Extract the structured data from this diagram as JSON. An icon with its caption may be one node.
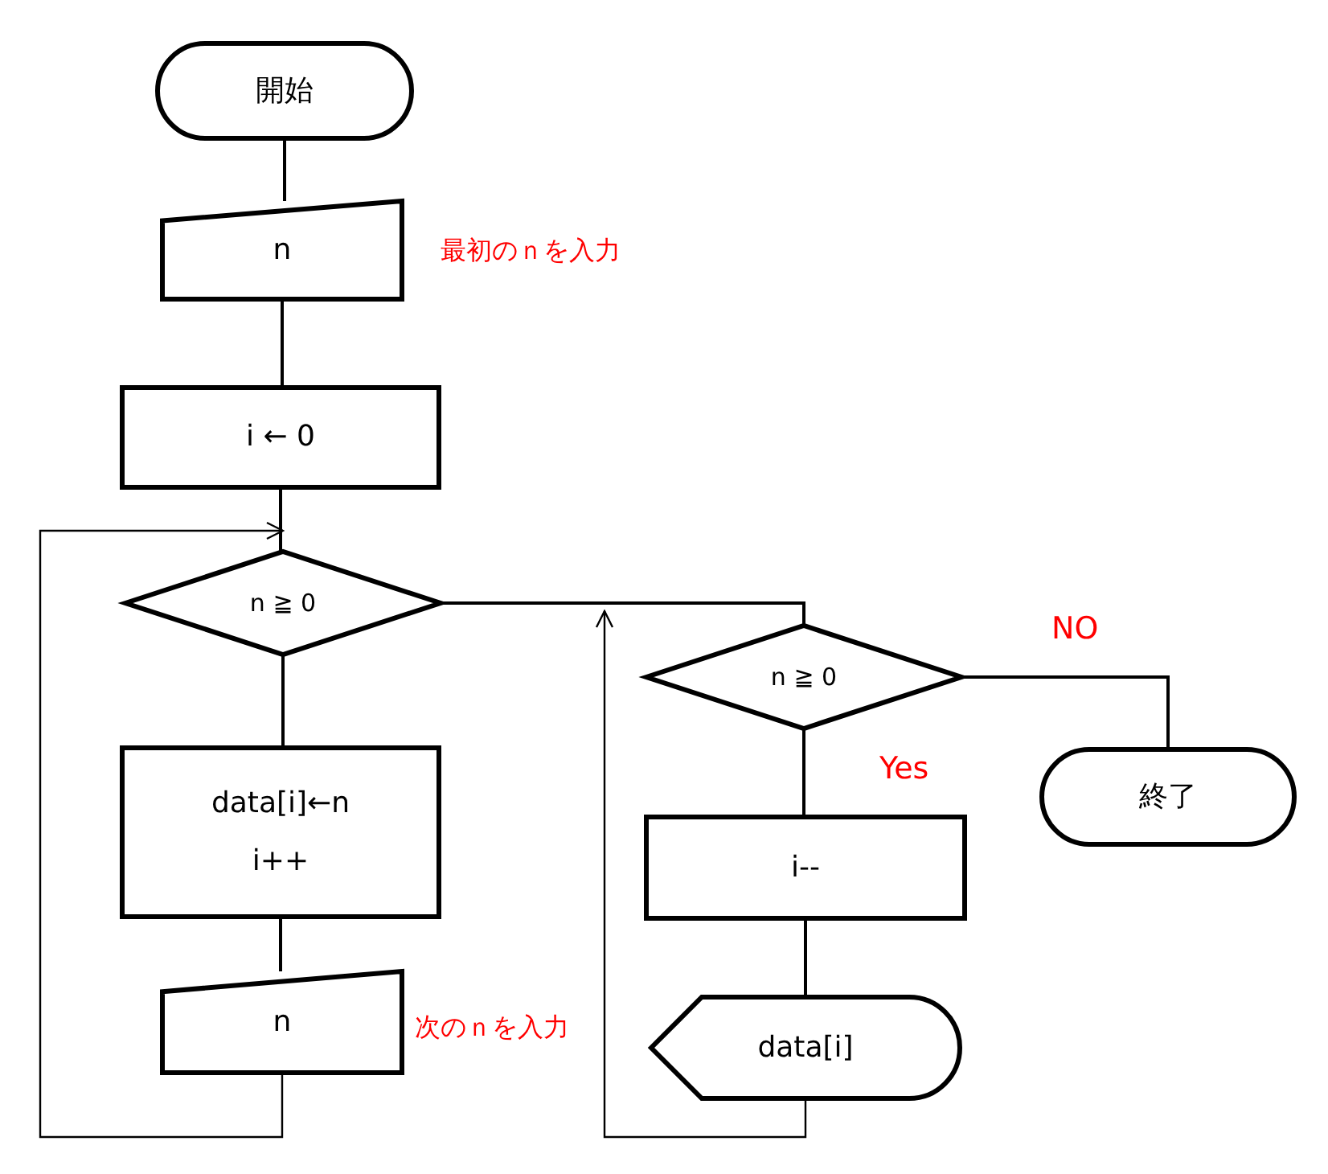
{
  "diagram": {
    "nodes": [
      {
        "text": [
          "開始"
        ]
      },
      {
        "text": [
          "n"
        ],
        "beside": [
          "最初のｎを入力"
        ]
      },
      {
        "text": [
          "i ← 0"
        ]
      },
      {
        "text": [
          "n ≧ 0"
        ]
      },
      {
        "text": [
          "data[i]←n",
          "i++"
        ]
      },
      {
        "text": [
          "n"
        ],
        "beside": [
          "次のｎを入力"
        ]
      },
      {
        "text": [
          "n ≧ 0"
        ]
      },
      {
        "text": [
          "終了"
        ]
      },
      {
        "text": [
          "i--"
        ]
      },
      {
        "text": [
          "data[i]"
        ]
      }
    ],
    "edges": [
      {
        "from": 0,
        "to": 1,
        "arrow": "none"
      },
      {
        "from": 1,
        "to": 2,
        "arrow": "none"
      },
      {
        "from": 2,
        "to": 3,
        "arrow": "none"
      },
      {
        "from": 3,
        "to": 4,
        "arrow": "none"
      },
      {
        "from": 4,
        "to": 5,
        "arrow": "none"
      },
      {
        "from": 5,
        "to": 3,
        "arrow": "to"
      },
      {
        "from": 3,
        "to": 6,
        "arrow": "none"
      },
      {
        "from": 6,
        "to": 7,
        "arrow": "none",
        "label": "NO"
      },
      {
        "from": 6,
        "to": 8,
        "arrow": "none",
        "label": "Yes"
      },
      {
        "from": 8,
        "to": 9,
        "arrow": "none"
      },
      {
        "from": 9,
        "to": 6,
        "arrow": "to"
      }
    ]
  }
}
